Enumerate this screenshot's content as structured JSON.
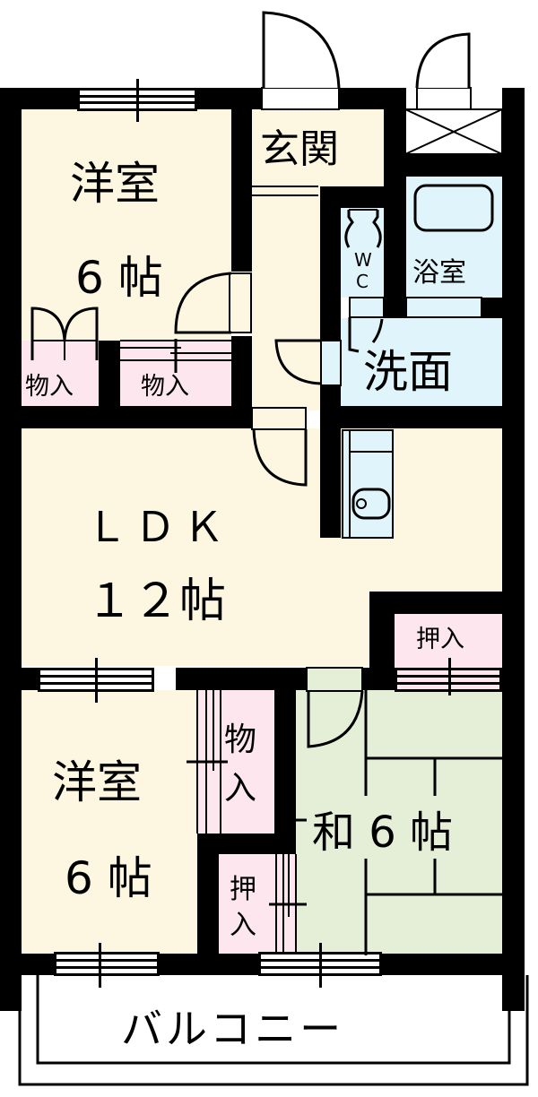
{
  "floorplan": {
    "rooms": {
      "western_room_top": {
        "name": "洋室",
        "size": "6 帖"
      },
      "genkan": {
        "name": "玄関"
      },
      "wc": {
        "line1": "W",
        "line2": "C"
      },
      "bath": {
        "name": "浴室"
      },
      "washroom": {
        "name": "洗面"
      },
      "closet_left": {
        "name": "物入"
      },
      "closet_mid": {
        "name": "物入"
      },
      "ldk": {
        "name": "ＬＤＫ",
        "size": "１２帖"
      },
      "oshiire_right": {
        "name": "押入"
      },
      "western_room_bottom": {
        "name": "洋室",
        "size": "6 帖"
      },
      "closet_bottom": {
        "line1": "物",
        "line2": "入"
      },
      "oshiire_bottom": {
        "line1": "押",
        "line2": "入"
      },
      "japanese_room": {
        "name": "和 6 帖"
      },
      "balcony": {
        "name": "バルコニー"
      }
    },
    "colors": {
      "wall": "#000000",
      "western_floor": "#fdf6e0",
      "wet_area": "#dff5fb",
      "storage": "#fde6ee",
      "tatami": "#e5eed6"
    }
  }
}
